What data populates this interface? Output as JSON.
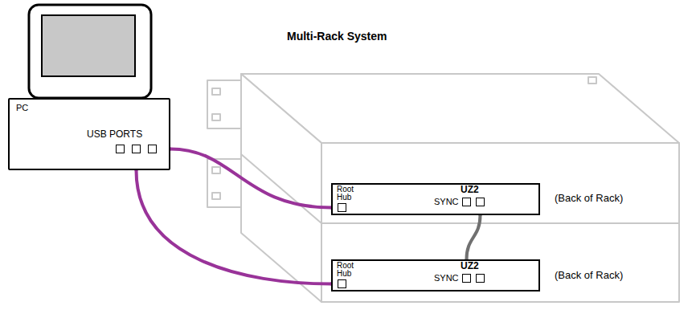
{
  "diagram": {
    "title": "Multi-Rack System",
    "nodes": [
      {
        "text": [
          "PC",
          "USB PORTS"
        ]
      },
      {
        "text": [
          "Root Hub",
          "UZ2",
          "SYNC"
        ]
      },
      {
        "text": [
          "Root Hub",
          "UZ2",
          "SYNC"
        ]
      }
    ],
    "edges": [
      {
        "from": 0,
        "to": 1,
        "arrow": "none"
      },
      {
        "from": 0,
        "to": 2,
        "arrow": "none"
      },
      {
        "from": 1,
        "to": 2,
        "arrow": "none"
      }
    ],
    "labels": [
      "(Back of Rack)",
      "(Back of Rack)"
    ]
  }
}
